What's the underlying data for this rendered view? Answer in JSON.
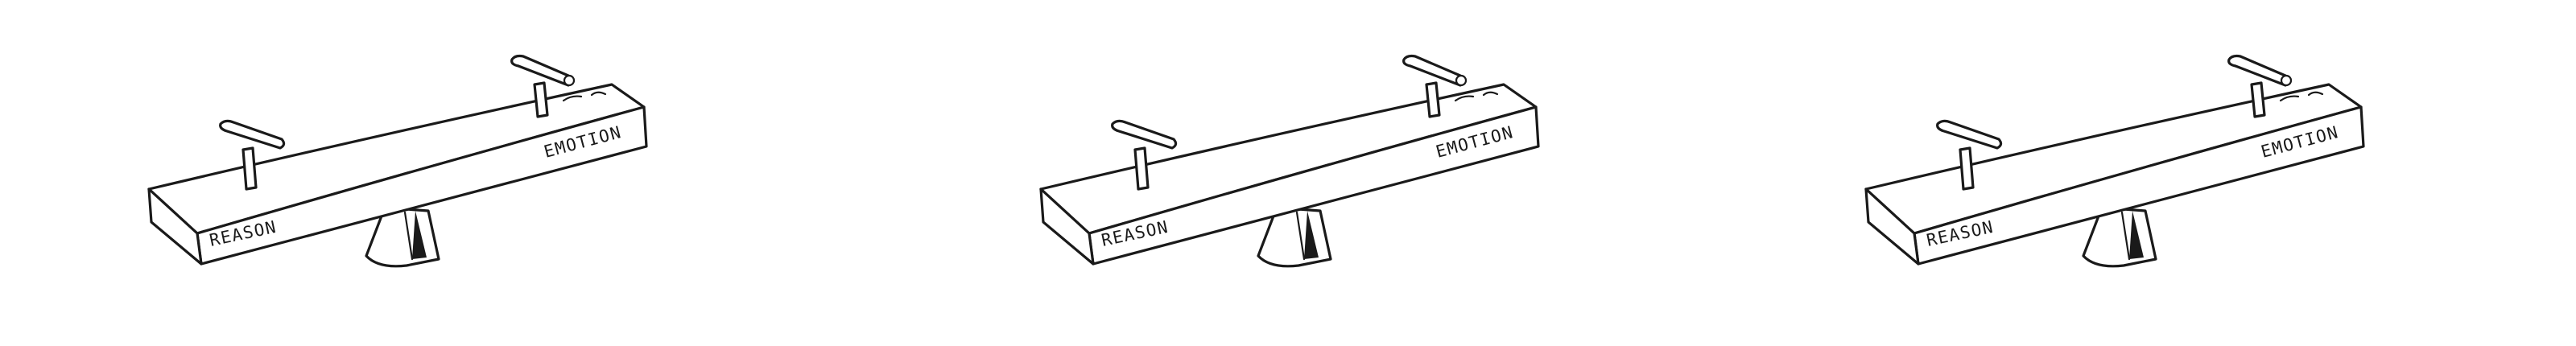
{
  "panels": [
    {
      "left_label": "REASON",
      "right_label": "EMOTION"
    },
    {
      "left_label": "REASON",
      "right_label": "EMOTION"
    },
    {
      "left_label": "REASON",
      "right_label": "EMOTION"
    }
  ]
}
